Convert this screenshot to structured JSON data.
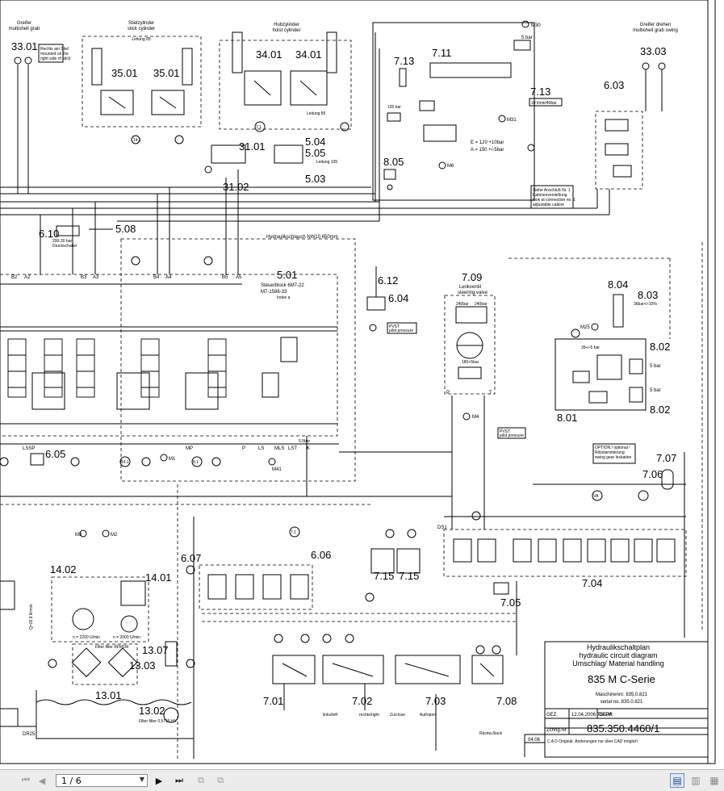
{
  "title_block": {
    "title_de": "Hydraulikschaltplan",
    "title_en": "hydraulic circuit diagram",
    "title_sub": "Umschlag/ Material handling",
    "model": "835 M   C-Serie",
    "machine_no_label": "Maschinennr. 835.0.821",
    "serial_no_label": "serial no. 835.0.821",
    "gez_label": "GEZ.",
    "gez_date": "12.04.2006 TB-LM",
    "gepr_label": "GEPR.",
    "zchng_label": "Zchng.Nr.",
    "drawing_no": "835.350.4460/1",
    "rev_date": "04.06",
    "footer_note": "C A D Original: Änderungen nur über CAD möglich"
  },
  "headers": {
    "greifer_grab": "Greifer\nmultishell grab",
    "stiel": "Stielzylinder\nstick cylinder",
    "hub": "Hubzylinder\nhoist cylinder",
    "greifer_drehen": "Greifer drehen\nmultishell grab swing",
    "leitung_85a": "Leitung 85",
    "leitung_85b": "Leitung 85",
    "mounted_note": "Rechts am Stiel montiert\nmounted on the right side of stick",
    "schlauch": "Hydraulikschlauch NW10 650mm",
    "steuerblock": "Steuerblock 6M7-22\nM7-1586-33\nIndex a",
    "lenkventil": "Lenkventil\nsteering valve",
    "anschluss_note": "Siehe Anschluß Nr. 1 Kabinenverstellung\nlook at connection no. 1 adjustable cabine",
    "option": "OPTION / optional !\nRitzelarretierung\nswing gear lockation",
    "pvst_a": "PVST\npilot pressure",
    "pvst_b": "PVST\npilot pressure"
  },
  "components": [
    "33.01",
    "35.01",
    "35.01",
    "34.01",
    "34.01",
    "33.03",
    "7.11",
    "7.13",
    "7.13",
    "6.03",
    "31.01",
    "31.02",
    "5.04",
    "5.05",
    "5.03",
    "8.05",
    "6.10",
    "5.08",
    "5.01",
    "6.12",
    "6.04",
    "7.09",
    "8.04",
    "8.03",
    "8.02",
    "8.02",
    "8.01",
    "6.05",
    "7.07",
    "7.06",
    "6.07",
    "6.06",
    "7.15",
    "7.15",
    "7.04",
    "7.05",
    "14.02",
    "14.01",
    "13.07",
    "13.03",
    "13.01",
    "13.02",
    "7.01",
    "7.02",
    "7.03",
    "7.08"
  ],
  "pressure_labels": {
    "bar5": "5 bar",
    "bar100": "100 bar",
    "lpm": "10 l/min/40bar",
    "e_setting": "E = 120 +10bar",
    "a_setting": "A = 150 +/-5bar",
    "p_setting": "39+/-5 bar",
    "p2": "5 bar",
    "p3": "5 bar",
    "flow": "Q=26.8 ltr/min",
    "rpm": "n = 2200 U/min",
    "rpm2": "n = 2000 U/min",
    "filter": "Filter\nfilter\nRFM1M",
    "filter2": "Filter\nfilter\n0.5715 HY"
  },
  "ports": [
    "M30",
    "M31",
    "M6",
    "M4",
    "M25",
    "M1",
    "M41",
    "M2",
    "M3",
    "DR25"
  ],
  "viewer": {
    "page_current": "1",
    "page_separator": "/",
    "page_total": "6",
    "page_text": "1 / 6"
  }
}
